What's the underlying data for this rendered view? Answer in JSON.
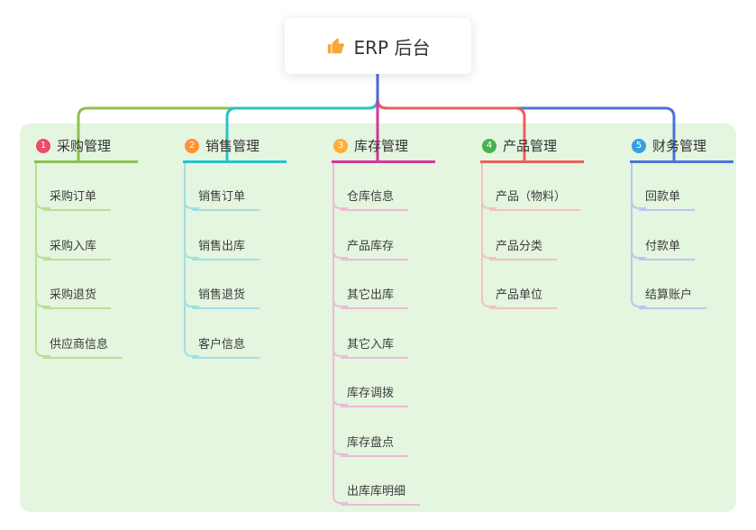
{
  "root": {
    "title": "ERP 后台",
    "icon": "thumbs-up-icon",
    "icon_color": "#f5a93a"
  },
  "trunk_color": "#5166d8",
  "panel_color": "#e4f5e0",
  "branches": [
    {
      "num": "1",
      "label": "采购管理",
      "badge_color": "#ec4b66",
      "line_color": "#8cc152",
      "child_line_color": "#badf97",
      "children": [
        "采购订单",
        "采购入库",
        "采购退货",
        "供应商信息"
      ]
    },
    {
      "num": "2",
      "label": "销售管理",
      "badge_color": "#ff9135",
      "line_color": "#25c4cb",
      "child_line_color": "#9fdfe2",
      "children": [
        "销售订单",
        "销售出库",
        "销售退货",
        "客户信息"
      ]
    },
    {
      "num": "3",
      "label": "库存管理",
      "badge_color": "#ffad33",
      "line_color": "#d6359c",
      "child_line_color": "#efb9d8",
      "children": [
        "仓库信息",
        "产品库存",
        "其它出库",
        "其它入库",
        "库存调拨",
        "库存盘点",
        "出库库明细"
      ]
    },
    {
      "num": "4",
      "label": "产品管理",
      "badge_color": "#4cb052",
      "line_color": "#eb5f5f",
      "child_line_color": "#f4c1c1",
      "children": [
        "产品（物料）",
        "产品分类",
        "产品单位"
      ]
    },
    {
      "num": "5",
      "label": "财务管理",
      "badge_color": "#34a0e4",
      "line_color": "#4a74da",
      "child_line_color": "#b7c8f0",
      "children": [
        "回款单",
        "付款单",
        "结算账户"
      ]
    }
  ]
}
